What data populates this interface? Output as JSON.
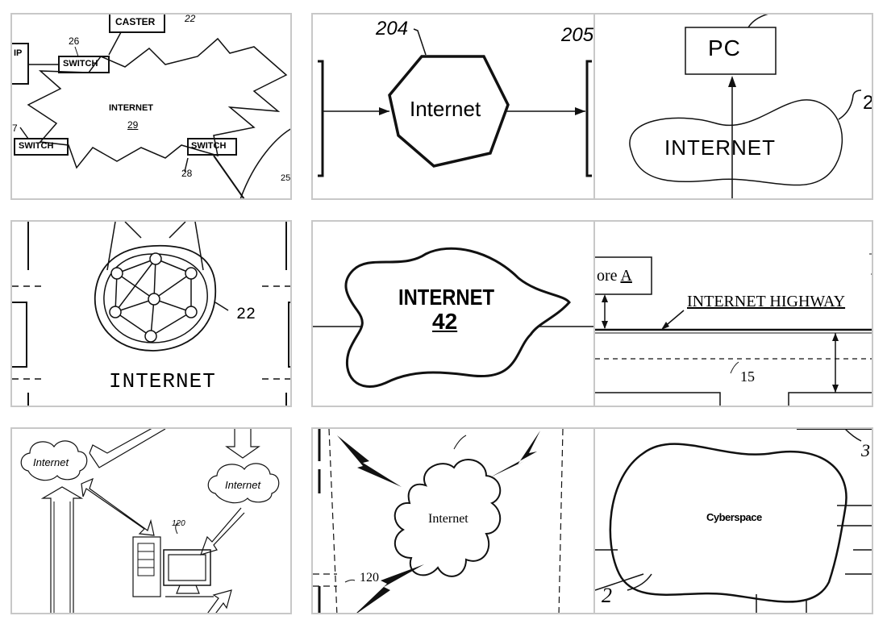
{
  "tiles": [
    {
      "caster": "CASTER",
      "ip": "IP",
      "switch_top": "SWITCH",
      "switch_left": "SWITCH",
      "switch_right": "SWITCH",
      "internet": "INTERNET",
      "internet_ref": "29",
      "ref_22": "22",
      "ref_26": "26",
      "ref_27": "7",
      "ref_28": "28",
      "ref_25": "25"
    },
    {
      "internet": "Internet",
      "ref_204": "204",
      "ref_205": "205"
    },
    {
      "pc": "PC",
      "internet": "INTERNET",
      "ref": "2"
    },
    {
      "internet": "INTERNET",
      "ref": "22"
    },
    {
      "internet": "INTERNET",
      "ref": "42"
    },
    {
      "store": "ore",
      "store_letter": "A",
      "highway": "INTERNET HIGHWAY",
      "ref": "15"
    },
    {
      "internet_left": "Internet",
      "internet_right": "Internet",
      "ref": "120"
    },
    {
      "internet": "Internet",
      "ref": "120"
    },
    {
      "cyberspace": "Cyberspace",
      "ref_2": "2",
      "ref_3": "3"
    }
  ]
}
